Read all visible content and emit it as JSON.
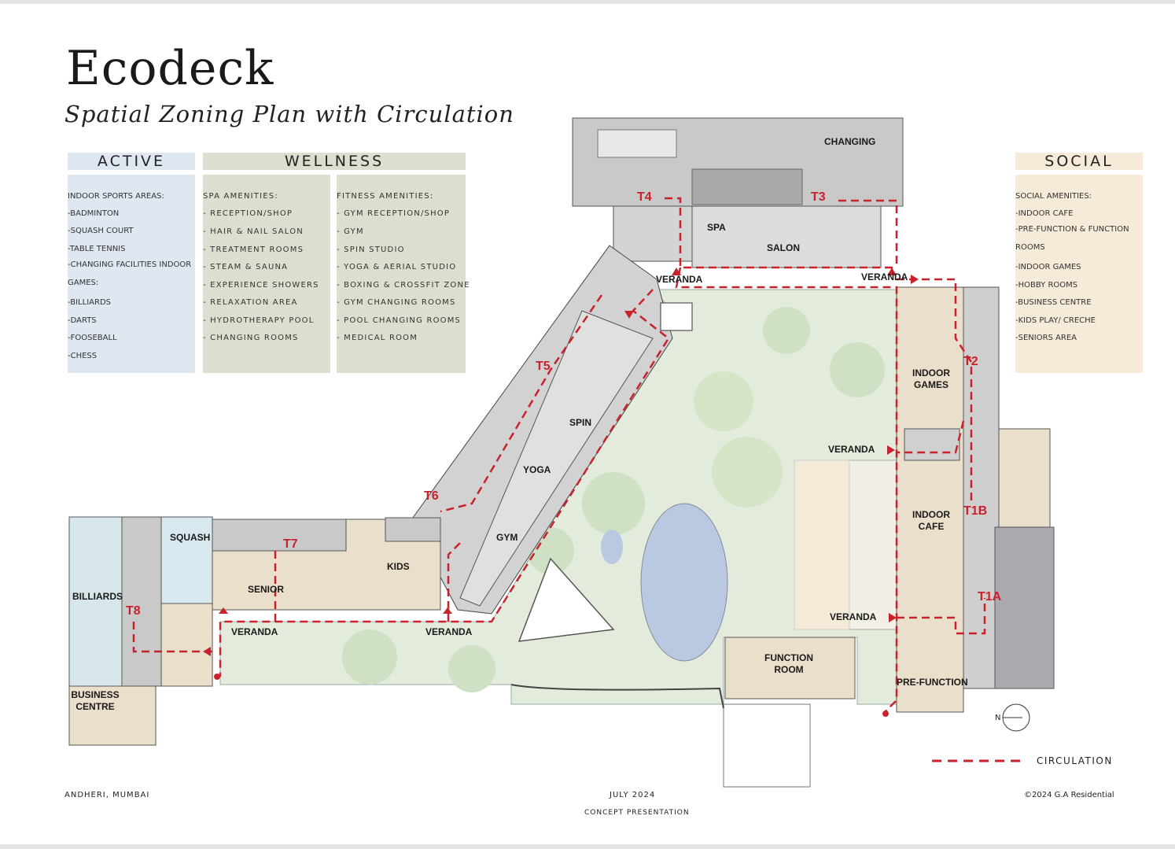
{
  "title": "Ecodeck",
  "subtitle": "Spatial Zoning Plan with Circulation",
  "colors": {
    "active": "#dfe7f1",
    "wellness": "#dcdfd0",
    "social": "#f6ead8",
    "circulation": "#c8232c"
  },
  "active": {
    "header": "ACTIVE",
    "items": [
      "INDOOR SPORTS AREAS:",
      "-BADMINTON",
      "-SQUASH COURT",
      "-TABLE TENNIS",
      "-CHANGING FACILITIES INDOOR",
      "GAMES:",
      "-BILLIARDS",
      "-DARTS",
      "-FOOSEBALL",
      "-CHESS"
    ]
  },
  "wellness": {
    "header": "WELLNESS",
    "spa": [
      "SPA AMENITIES:",
      "- RECEPTION/SHOP",
      "- HAIR & NAIL SALON",
      "- TREATMENT ROOMS",
      "- STEAM & SAUNA",
      "- EXPERIENCE SHOWERS",
      "- RELAXATION AREA",
      "- HYDROTHERAPY POOL",
      "- CHANGING ROOMS"
    ],
    "fitness": [
      "FITNESS AMENITIES:",
      "- GYM RECEPTION/SHOP",
      "- GYM",
      "- SPIN STUDIO",
      "- YOGA & AERIAL STUDIO",
      "- BOXING & CROSSFIT ZONE",
      "- GYM CHANGING ROOMS",
      "- POOL CHANGING ROOMS",
      "- MEDICAL ROOM"
    ]
  },
  "social": {
    "header": "SOCIAL",
    "items": [
      "SOCIAL AMENITIES:",
      "-INDOOR CAFE",
      "-PRE-FUNCTION & FUNCTION",
      "ROOMS",
      "-INDOOR GAMES",
      "-HOBBY ROOMS",
      "-BUSINESS CENTRE",
      "-KIDS PLAY/ CRECHE",
      "-SENIORS AREA"
    ]
  },
  "plan": {
    "rooms": {
      "changing": "CHANGING",
      "spa": "SPA",
      "salon": "SALON",
      "spin": "SPIN",
      "yoga": "YOGA",
      "gym": "GYM",
      "indoor_games": "INDOOR GAMES",
      "indoor_cafe": "INDOOR CAFE",
      "squash": "SQUASH",
      "kids": "KIDS",
      "senior": "SENIOR",
      "billiards": "BILLIARDS",
      "function_room": "FUNCTION ROOM",
      "pre_function": "PRE-FUNCTION",
      "business_centre": "BUSINESS CENTRE",
      "veranda": "VERANDA"
    },
    "towers": {
      "t1a": "T1A",
      "t1b": "T1B",
      "t2": "T2",
      "t3": "T3",
      "t4": "T4",
      "t5": "T5",
      "t6": "T6",
      "t7": "T7",
      "t8": "T8"
    },
    "north": "N"
  },
  "legend": {
    "circulation": "CIRCULATION"
  },
  "footer": {
    "location": "ANDHERI, MUMBAI",
    "date": "JULY 2024",
    "stage": "CONCEPT PRESENTATION",
    "copyright": "©2024 G.A Residential"
  }
}
